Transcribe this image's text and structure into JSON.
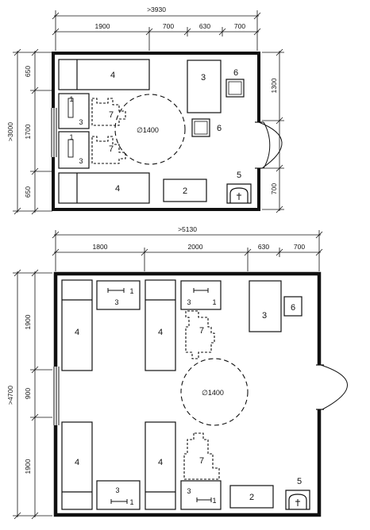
{
  "plans": [
    {
      "overall_width": ">3930",
      "widths": [
        "1900",
        "700",
        "630",
        "700"
      ],
      "overall_height": ">3000",
      "heights": [
        "650",
        "1700",
        "650"
      ],
      "door_dims": [
        "1300",
        "700"
      ],
      "circle_label": "∅1400",
      "labels": {
        "bed_top": "4",
        "bed_bottom": "4",
        "table_top": "3",
        "chair_right": "6",
        "chair_lower": "6",
        "nightstand_a_num1": "1",
        "nightstand_a_num3": "3",
        "nightstand_b_num1": "1",
        "nightstand_b_num3": "3",
        "wardrobe": "2",
        "washbasin": "5",
        "space_a": "7",
        "space_b": "7"
      }
    },
    {
      "overall_width": ">5130",
      "widths": [
        "1800",
        "2000",
        "630",
        "700"
      ],
      "overall_height": ">4700",
      "heights": [
        "1900",
        "900",
        "1900"
      ],
      "circle_label": "∅1400",
      "labels": {
        "bed_tl": "4",
        "bed_tm": "4",
        "bed_bl": "4",
        "bed_bm": "4",
        "nightstand_tl_3": "3",
        "nightstand_tl_1": "1",
        "nightstand_tm_3": "3",
        "nightstand_tm_1": "1",
        "nightstand_bl_3": "3",
        "nightstand_bl_1": "1",
        "nightstand_bm_3": "3",
        "nightstand_bm_1": "1",
        "table_right": "3",
        "chair_right": "6",
        "wardrobe": "2",
        "washbasin": "5",
        "space_top": "7",
        "space_bottom": "7"
      }
    }
  ]
}
